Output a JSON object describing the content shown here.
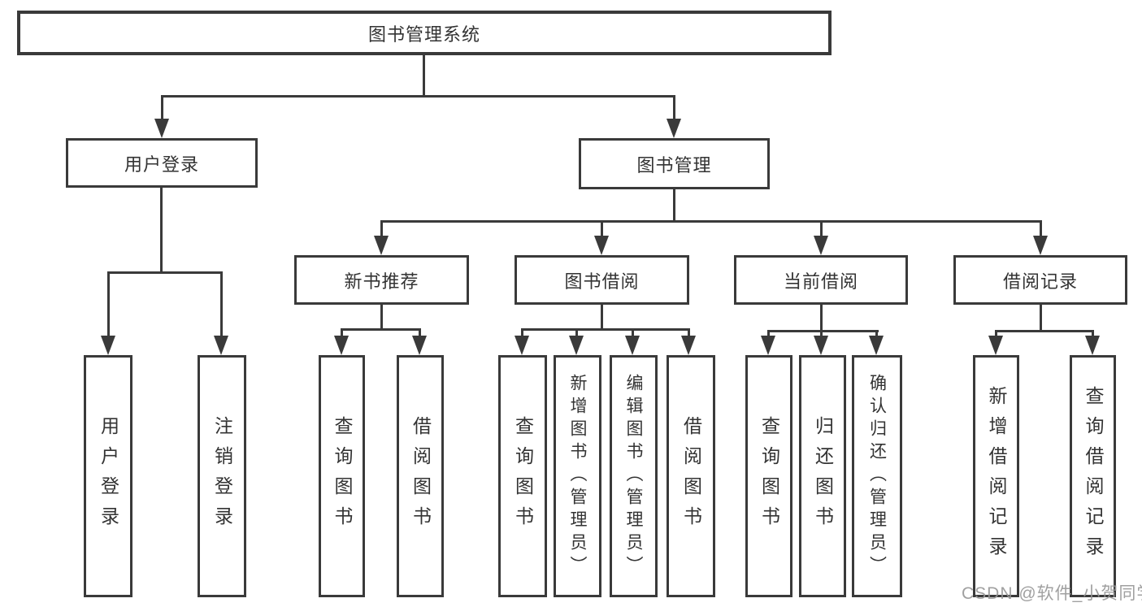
{
  "tree": {
    "root": {
      "label": "图书管理系统",
      "children": [
        {
          "label": "用户登录",
          "children": [
            {
              "label": "用户登录"
            },
            {
              "label": "注销登录"
            }
          ]
        },
        {
          "label": "图书管理",
          "children": [
            {
              "label": "新书推荐",
              "children": [
                {
                  "label": "查询图书"
                },
                {
                  "label": "借阅图书"
                }
              ]
            },
            {
              "label": "图书借阅",
              "children": [
                {
                  "label": "查询图书"
                },
                {
                  "label": "新增图书（管理员）"
                },
                {
                  "label": "编辑图书（管理员）"
                },
                {
                  "label": "借阅图书"
                }
              ]
            },
            {
              "label": "当前借阅",
              "children": [
                {
                  "label": "查询图书"
                },
                {
                  "label": "归还图书"
                },
                {
                  "label": "确认归还（管理员）"
                }
              ]
            },
            {
              "label": "借阅记录",
              "children": [
                {
                  "label": "新增借阅记录"
                },
                {
                  "label": "查询借阅记录"
                }
              ]
            }
          ]
        }
      ]
    }
  },
  "watermark": {
    "text": "CSDN @软件_小贺同学"
  },
  "colors": {
    "line": "#3a3a3a",
    "text": "#333333",
    "watermark": "#969696",
    "background": "#ffffff"
  }
}
